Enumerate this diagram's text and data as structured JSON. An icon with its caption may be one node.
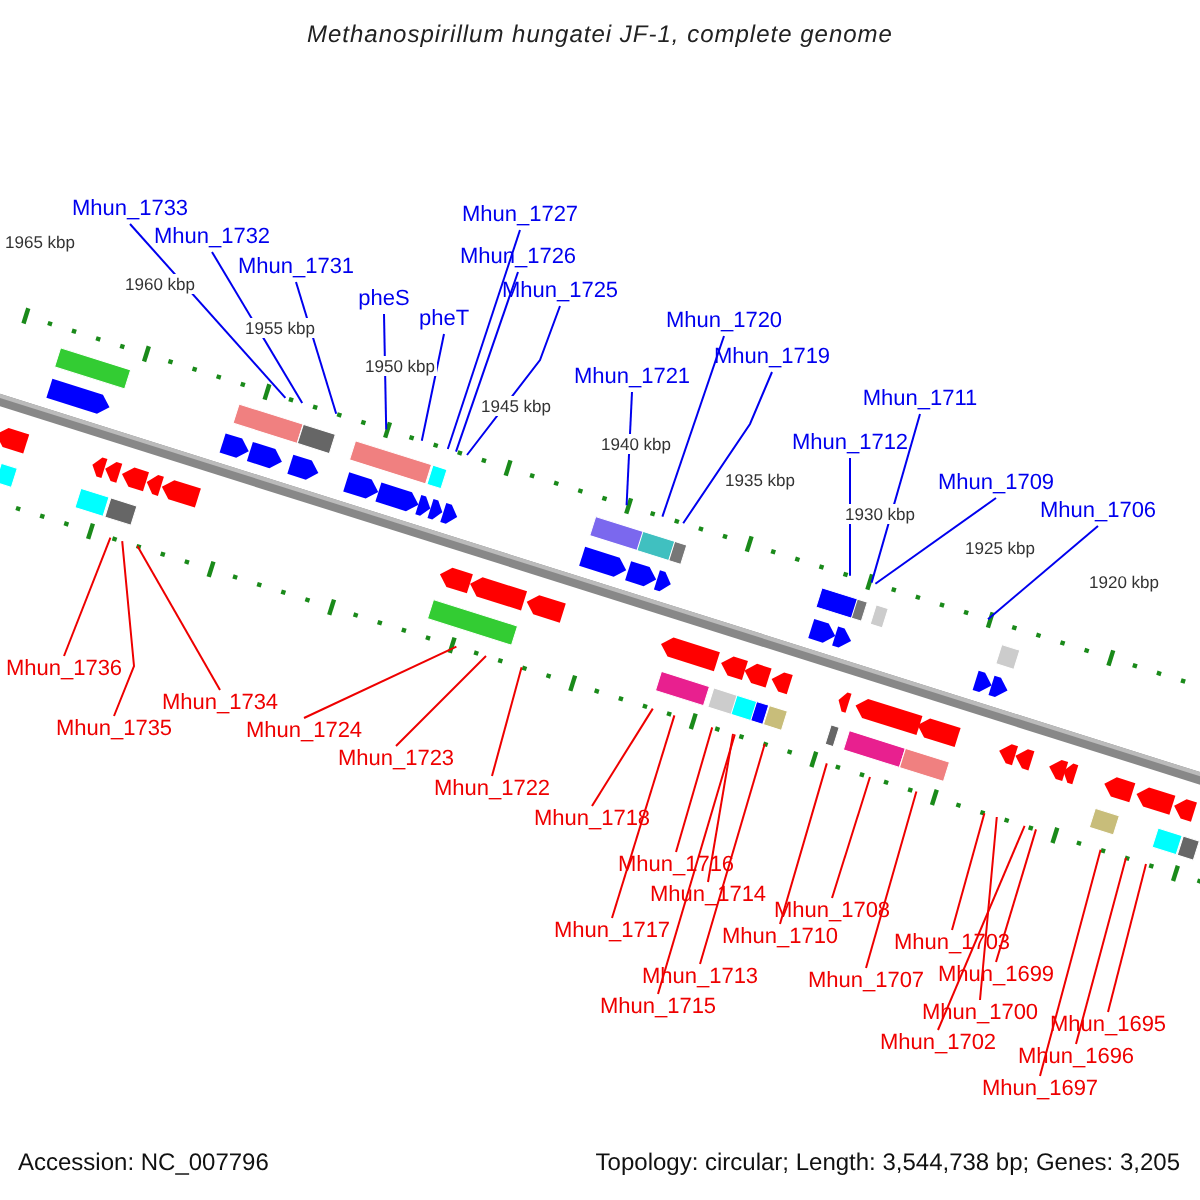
{
  "diagram": {
    "title": "Methanospirillum hungatei JF-1, complete genome",
    "nodes": [
      {
        "text": [
          "Mhun_1733"
        ]
      },
      {
        "text": [
          "Mhun_1732"
        ]
      },
      {
        "text": [
          "Mhun_1731"
        ]
      },
      {
        "text": [
          "pheS"
        ]
      },
      {
        "text": [
          "pheT"
        ]
      },
      {
        "text": [
          "Mhun_1727"
        ]
      },
      {
        "text": [
          "Mhun_1726"
        ]
      },
      {
        "text": [
          "Mhun_1725"
        ]
      },
      {
        "text": [
          "Mhun_1721"
        ]
      },
      {
        "text": [
          "Mhun_1720"
        ]
      },
      {
        "text": [
          "Mhun_1719"
        ]
      },
      {
        "text": [
          "Mhun_1712"
        ]
      },
      {
        "text": [
          "Mhun_1711"
        ]
      },
      {
        "text": [
          "Mhun_1709"
        ]
      },
      {
        "text": [
          "Mhun_1706"
        ]
      },
      {
        "text": [
          "Mhun_1736"
        ]
      },
      {
        "text": [
          "Mhun_1735"
        ]
      },
      {
        "text": [
          "Mhun_1734"
        ]
      },
      {
        "text": [
          "Mhun_1724"
        ]
      },
      {
        "text": [
          "Mhun_1723"
        ]
      },
      {
        "text": [
          "Mhun_1722"
        ]
      },
      {
        "text": [
          "Mhun_1718"
        ]
      },
      {
        "text": [
          "Mhun_1716"
        ]
      },
      {
        "text": [
          "Mhun_1714"
        ]
      },
      {
        "text": [
          "Mhun_1717"
        ]
      },
      {
        "text": [
          "Mhun_1710"
        ]
      },
      {
        "text": [
          "Mhun_1708"
        ]
      },
      {
        "text": [
          "Mhun_1713"
        ]
      },
      {
        "text": [
          "Mhun_1715"
        ]
      },
      {
        "text": [
          "Mhun_1707"
        ]
      },
      {
        "text": [
          "Mhun_1703"
        ]
      },
      {
        "text": [
          "Mhun_1699"
        ]
      },
      {
        "text": [
          "Mhun_1700"
        ]
      },
      {
        "text": [
          "Mhun_1702"
        ]
      },
      {
        "text": [
          "Mhun_1695"
        ]
      },
      {
        "text": [
          "Mhun_1696"
        ]
      },
      {
        "text": [
          "Mhun_1697"
        ]
      }
    ],
    "edges": [
      {
        "from": 0,
        "to": null,
        "arrow": "none",
        "color": "#0000ee"
      },
      {
        "from": 1,
        "to": null,
        "arrow": "none",
        "color": "#0000ee"
      },
      {
        "from": 2,
        "to": null,
        "arrow": "none",
        "color": "#0000ee"
      },
      {
        "from": 3,
        "to": null,
        "arrow": "none",
        "color": "#0000ee"
      },
      {
        "from": 4,
        "to": null,
        "arrow": "none",
        "color": "#0000ee"
      },
      {
        "from": 5,
        "to": null,
        "arrow": "none",
        "color": "#0000ee"
      },
      {
        "from": 6,
        "to": null,
        "arrow": "none",
        "color": "#0000ee"
      },
      {
        "from": 7,
        "to": null,
        "arrow": "none",
        "color": "#0000ee"
      },
      {
        "from": 8,
        "to": null,
        "arrow": "none",
        "color": "#0000ee"
      },
      {
        "from": 9,
        "to": null,
        "arrow": "none",
        "color": "#0000ee"
      },
      {
        "from": 10,
        "to": null,
        "arrow": "none",
        "color": "#0000ee"
      },
      {
        "from": 11,
        "to": null,
        "arrow": "none",
        "color": "#0000ee"
      },
      {
        "from": 12,
        "to": null,
        "arrow": "none",
        "color": "#0000ee"
      },
      {
        "from": 13,
        "to": null,
        "arrow": "none",
        "color": "#0000ee"
      },
      {
        "from": 14,
        "to": null,
        "arrow": "none",
        "color": "#0000ee"
      },
      {
        "from": 15,
        "to": null,
        "arrow": "none"
      },
      {
        "from": 16,
        "to": null,
        "arrow": "none"
      },
      {
        "from": 17,
        "to": null,
        "arrow": "none"
      },
      {
        "from": 18,
        "to": null,
        "arrow": "none"
      },
      {
        "from": 19,
        "to": null,
        "arrow": "none"
      },
      {
        "from": 20,
        "to": null,
        "arrow": "none"
      },
      {
        "from": 21,
        "to": null,
        "arrow": "none"
      },
      {
        "from": 22,
        "to": null,
        "arrow": "none"
      },
      {
        "from": 23,
        "to": null,
        "arrow": "none"
      },
      {
        "from": 24,
        "to": null,
        "arrow": "none"
      },
      {
        "from": 25,
        "to": null,
        "arrow": "none"
      },
      {
        "from": 26,
        "to": null,
        "arrow": "none"
      },
      {
        "from": 27,
        "to": null,
        "arrow": "none"
      },
      {
        "from": 28,
        "to": null,
        "arrow": "none"
      },
      {
        "from": 29,
        "to": null,
        "arrow": "none"
      },
      {
        "from": 30,
        "to": null,
        "arrow": "none"
      },
      {
        "from": 31,
        "to": null,
        "arrow": "none"
      },
      {
        "from": 32,
        "to": null,
        "arrow": "none"
      },
      {
        "from": 33,
        "to": null,
        "arrow": "none"
      },
      {
        "from": 34,
        "to": null,
        "arrow": "none"
      },
      {
        "from": 35,
        "to": null,
        "arrow": "none"
      },
      {
        "from": 36,
        "to": null,
        "arrow": "none"
      }
    ],
    "labels": [
      "1965 kbp",
      "1960 kbp",
      "1955 kbp",
      "1950 kbp",
      "1945 kbp",
      "1940 kbp",
      "1935 kbp",
      "1930 kbp",
      "1925 kbp",
      "1920 kbp",
      "Accession: NC_007796",
      "Topology: circular; Length: 3,544,738 bp; Genes: 3,205"
    ]
  }
}
